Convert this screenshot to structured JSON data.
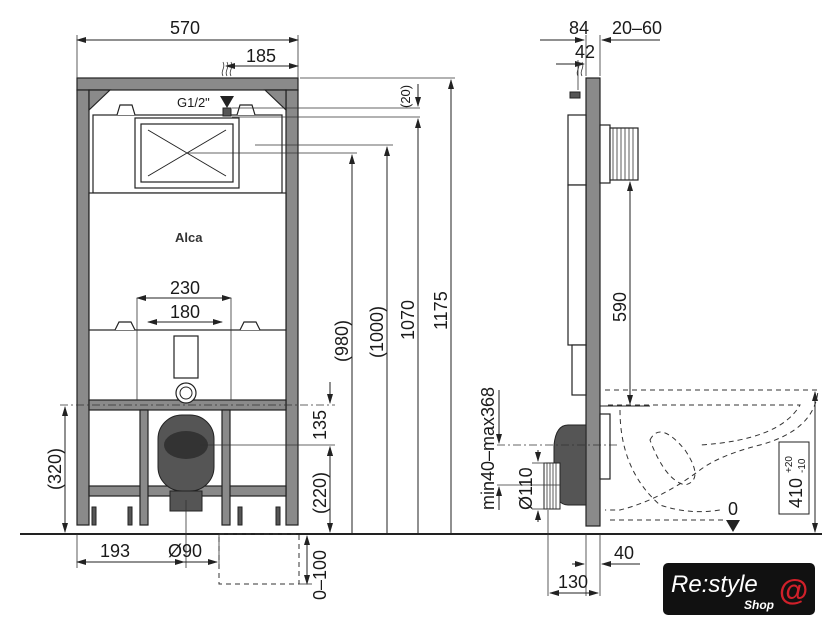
{
  "front_view": {
    "dim_total_width": "570",
    "dim_inlet_offset": "185",
    "inlet_thread": "G1/2\"",
    "dim_top_offset": "(20)",
    "brand_logo": "Alca",
    "dim_outer_spacing": "230",
    "dim_inner_spacing": "180",
    "dim_980": "(980)",
    "dim_1000": "(1000)",
    "dim_1070": "1070",
    "dim_1175": "1175",
    "dim_135": "135",
    "dim_220": "(220)",
    "dim_320": "(320)",
    "dim_floor_adjust": "0–100",
    "dim_193": "193",
    "dim_drain_diameter": "Ø90"
  },
  "side_view": {
    "dim_84": "84",
    "dim_20_60": "20–60",
    "dim_42": "42",
    "dim_590": "590",
    "dim_drain_range": "min40–max368",
    "dim_pipe_diameter": "Ø110",
    "dim_seat_height": "410",
    "dim_seat_tol_plus": "+20",
    "dim_seat_tol_minus": "-10",
    "floor_level": "0",
    "dim_40": "40",
    "dim_130": "130"
  },
  "watermark": {
    "brand": "Re:style",
    "sub": "Shop",
    "accent_color": "#d0202a"
  }
}
